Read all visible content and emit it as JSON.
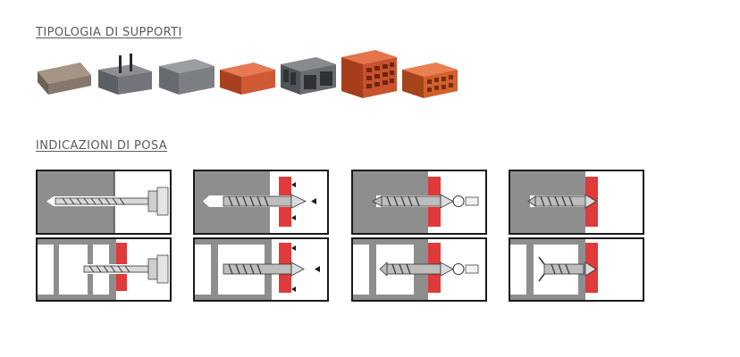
{
  "sections": {
    "supports_title": "TIPOLOGIA DI SUPPORTI",
    "installation_title": "INDICAZIONI DI POSA"
  },
  "supports": [
    {
      "icon": "stone-block-icon",
      "color": "#8a7d70"
    },
    {
      "icon": "concrete-block-with-rods-icon",
      "color": "#6f7378"
    },
    {
      "icon": "concrete-block-icon",
      "color": "#777b80"
    },
    {
      "icon": "solid-brick-icon",
      "color": "#cf5a35"
    },
    {
      "icon": "hollow-concrete-block-icon",
      "color": "#5f6368"
    },
    {
      "icon": "perforated-brick-icon",
      "color": "#c9522e"
    },
    {
      "icon": "hollow-brick-icon",
      "color": "#d0612f"
    }
  ],
  "steps": [
    {
      "step": "drilling",
      "icon": "drill-step-icon"
    },
    {
      "step": "insertion",
      "icon": "insert-anchor-step-icon"
    },
    {
      "step": "screwing",
      "icon": "screw-step-icon"
    },
    {
      "step": "installed",
      "icon": "installed-anchor-icon"
    }
  ],
  "colors": {
    "fixture": "#e03a3a",
    "base_material": "#8e8e8e",
    "outline": "#1a1a1a"
  }
}
